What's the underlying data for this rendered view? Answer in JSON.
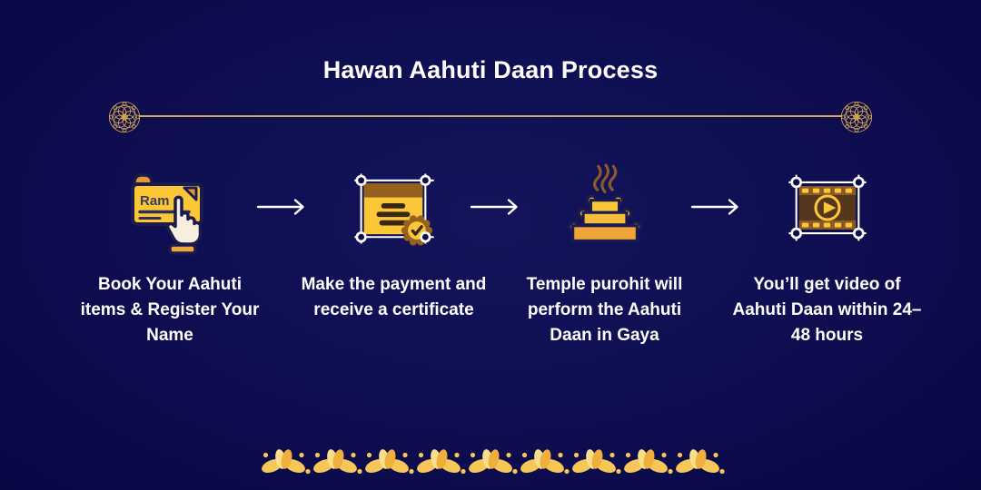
{
  "page": {
    "title": "Hawan Aahuti Daan Process",
    "colors": {
      "background_navy": "#0c0c4e",
      "gold_line": "#d8a94e",
      "yellow": "#fbc736",
      "orange": "#f0a43c",
      "brown": "#96601f",
      "dark_brown": "#3a2713",
      "navy_outline": "#1b1b4e",
      "white": "#ffffff"
    }
  },
  "divider": {
    "left_ornament": "mandala-rosette-icon",
    "right_ornament": "mandala-rosette-icon"
  },
  "steps": [
    {
      "icon": "name-tag-cursor-icon",
      "icon_text": "Ram",
      "label": "Book Your Aahuti items & Register Your Name"
    },
    {
      "icon": "certificate-icon",
      "label": "Make the payment and receive a certificate"
    },
    {
      "icon": "hawan-kund-icon",
      "label": "Temple purohit will perform the Aahuti Daan in Gaya"
    },
    {
      "icon": "video-reel-icon",
      "label": "You’ll get video of Aahuti Daan within 24–48 hours"
    }
  ],
  "connector": "right-arrow-icon",
  "footer": {
    "ornament": "lotus-border-pattern",
    "repeat_count": 9
  }
}
